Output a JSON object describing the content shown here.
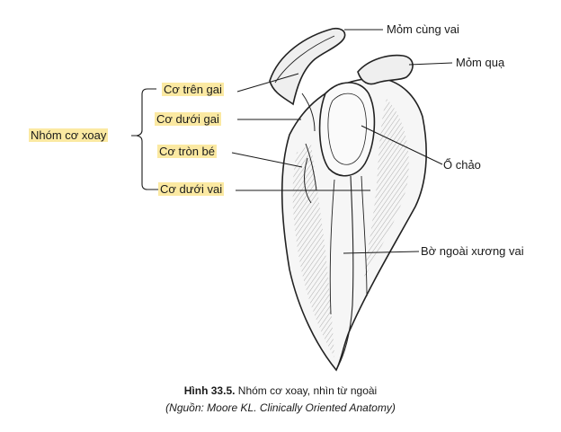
{
  "labels": {
    "acromion": "Mỏm cùng vai",
    "coracoid": "Mỏm quạ",
    "supraspinatus": "Cơ trên gai",
    "infraspinatus": "Cơ dưới gai",
    "rotator_group": "Nhóm cơ xoay",
    "teres_minor": "Cơ tròn bé",
    "subscapularis": "Cơ dưới vai",
    "glenoid": "Ổ chảo",
    "lateral_border": "Bờ ngoài xương vai"
  },
  "caption": {
    "number": "Hình 33.5.",
    "text": " Nhóm cơ xoay, nhìn từ ngoài",
    "source": "(Nguồn: Moore KL. Clinically Oriented Anatomy)"
  },
  "colors": {
    "highlight": "#fbe9a2",
    "ink": "#1a1a1a"
  }
}
